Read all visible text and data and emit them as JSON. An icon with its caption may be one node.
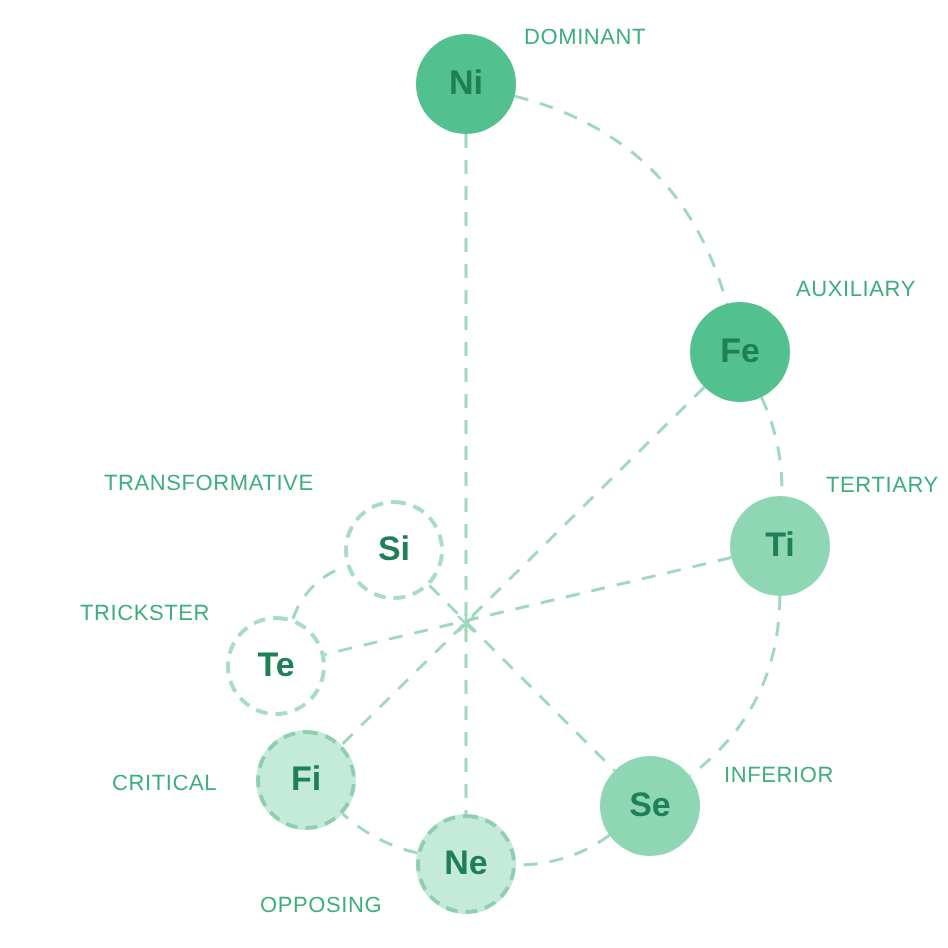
{
  "diagram": {
    "nodes": [
      {
        "text": [
          "Ni"
        ],
        "beside": [
          "DOMINANT"
        ]
      },
      {
        "text": [
          "Fe"
        ],
        "beside": [
          "AUXILIARY"
        ]
      },
      {
        "text": [
          "Ti"
        ],
        "beside": [
          "TERTIARY"
        ]
      },
      {
        "text": [
          "Se"
        ],
        "beside": [
          "INFERIOR"
        ]
      },
      {
        "text": [
          "Ne"
        ],
        "beside": [
          "OPPOSING"
        ]
      },
      {
        "text": [
          "Fi"
        ],
        "beside": [
          "CRITICAL"
        ]
      },
      {
        "text": [
          "Te"
        ],
        "beside": [
          "TRICKSTER"
        ]
      },
      {
        "text": [
          "Si"
        ],
        "beside": [
          "TRANSFORMATIVE"
        ]
      }
    ],
    "edges": [
      {
        "from": 0,
        "to": 1,
        "arrow": "none"
      },
      {
        "from": 1,
        "to": 2,
        "arrow": "none"
      },
      {
        "from": 2,
        "to": 3,
        "arrow": "none"
      },
      {
        "from": 3,
        "to": 4,
        "arrow": "none"
      },
      {
        "from": 4,
        "to": 5,
        "arrow": "none"
      },
      {
        "from": 6,
        "to": 7,
        "arrow": "none"
      },
      {
        "from": 0,
        "to": 4,
        "arrow": "none"
      },
      {
        "from": 1,
        "to": 5,
        "arrow": "none"
      },
      {
        "from": 2,
        "to": 6,
        "arrow": "none"
      },
      {
        "from": 7,
        "to": 3,
        "arrow": "none"
      }
    ]
  }
}
